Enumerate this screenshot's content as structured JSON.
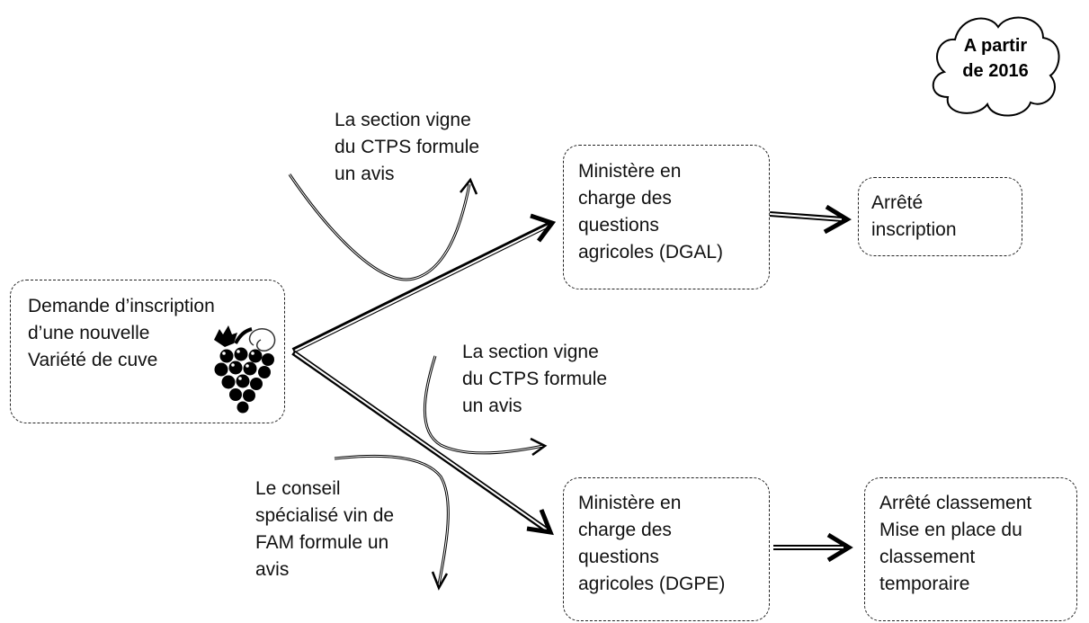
{
  "request_box": {
    "lines": [
      "Demande d’inscription",
      "d’une nouvelle",
      "Variété de cuve"
    ],
    "icon": "grape-icon"
  },
  "ministry_dgal": {
    "lines": [
      "Ministère en",
      "charge des",
      "questions",
      "agricoles (DGAL)"
    ]
  },
  "ministry_dgpe": {
    "lines": [
      "Ministère en",
      "charge des",
      "questions",
      "agricoles (DGPE)"
    ]
  },
  "arrete_inscription": {
    "lines": [
      "Arrêté",
      "inscription"
    ]
  },
  "arrete_classement": {
    "lines": [
      "Arrêté classement",
      "Mise en place du",
      "classement",
      "temporaire"
    ]
  },
  "ctps_opinion_top": {
    "lines": [
      "La section vigne",
      "du CTPS formule",
      "un avis"
    ]
  },
  "ctps_opinion_bottom": {
    "lines": [
      "La section vigne",
      "du CTPS formule",
      "un avis"
    ]
  },
  "fam_opinion": {
    "lines": [
      "Le conseil",
      "spécialisé vin de",
      "FAM formule un",
      "avis"
    ]
  },
  "cloud_badge": {
    "lines": [
      "A partir",
      "de 2016"
    ]
  },
  "colors": {
    "line": "#000000",
    "box_border": "#222222",
    "text": "#111111",
    "background": "#ffffff"
  }
}
